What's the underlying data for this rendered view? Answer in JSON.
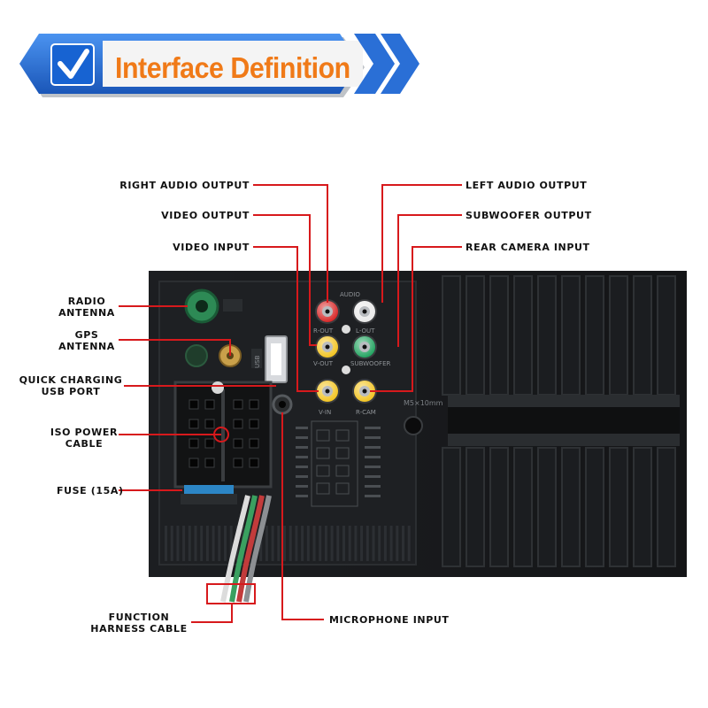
{
  "banner": {
    "title": "Interface Definition",
    "accent_color": "#1f63c9",
    "title_color": "#f07a18",
    "icon": "check-icon"
  },
  "callouts": {
    "right_audio_output": "RIGHT AUDIO OUTPUT",
    "video_output": "VIDEO OUTPUT",
    "video_input": "VIDEO INPUT",
    "left_audio_output": "LEFT AUDIO OUTPUT",
    "subwoofer_output": "SUBWOOFER OUTPUT",
    "rear_camera_input": "REAR CAMERA INPUT",
    "radio_antenna": [
      "RADIO",
      "ANTENNA"
    ],
    "gps_antenna": [
      "GPS",
      "ANTENNA"
    ],
    "usb_port": [
      "QUICK CHARGING",
      "USB PORT"
    ],
    "iso_power": [
      "ISO POWER",
      "CABLE"
    ],
    "fuse": "FUSE (15A)",
    "function_harness": [
      "FUNCTION",
      "HARNESS CABLE"
    ],
    "microphone_input": "MICROPHONE INPUT"
  },
  "unit_markings": {
    "rca_audio": "AUDIO",
    "rca_rout": "R-OUT",
    "rca_lout": "L-OUT",
    "rca_vout": "V-OUT",
    "rca_subwoofer": "SUBWOOFER",
    "rca_vin": "V-IN",
    "rca_rcam": "R-CAM",
    "screw_size": "M5×10mm",
    "usb_label": "USB"
  },
  "colors": {
    "leader_line": "#d7191c",
    "unit_body": "#17191b",
    "rca_red": "#d62020",
    "rca_white": "#e8e8e8",
    "rca_yellow": "#f2c21a",
    "rca_green": "#1aa05a"
  }
}
